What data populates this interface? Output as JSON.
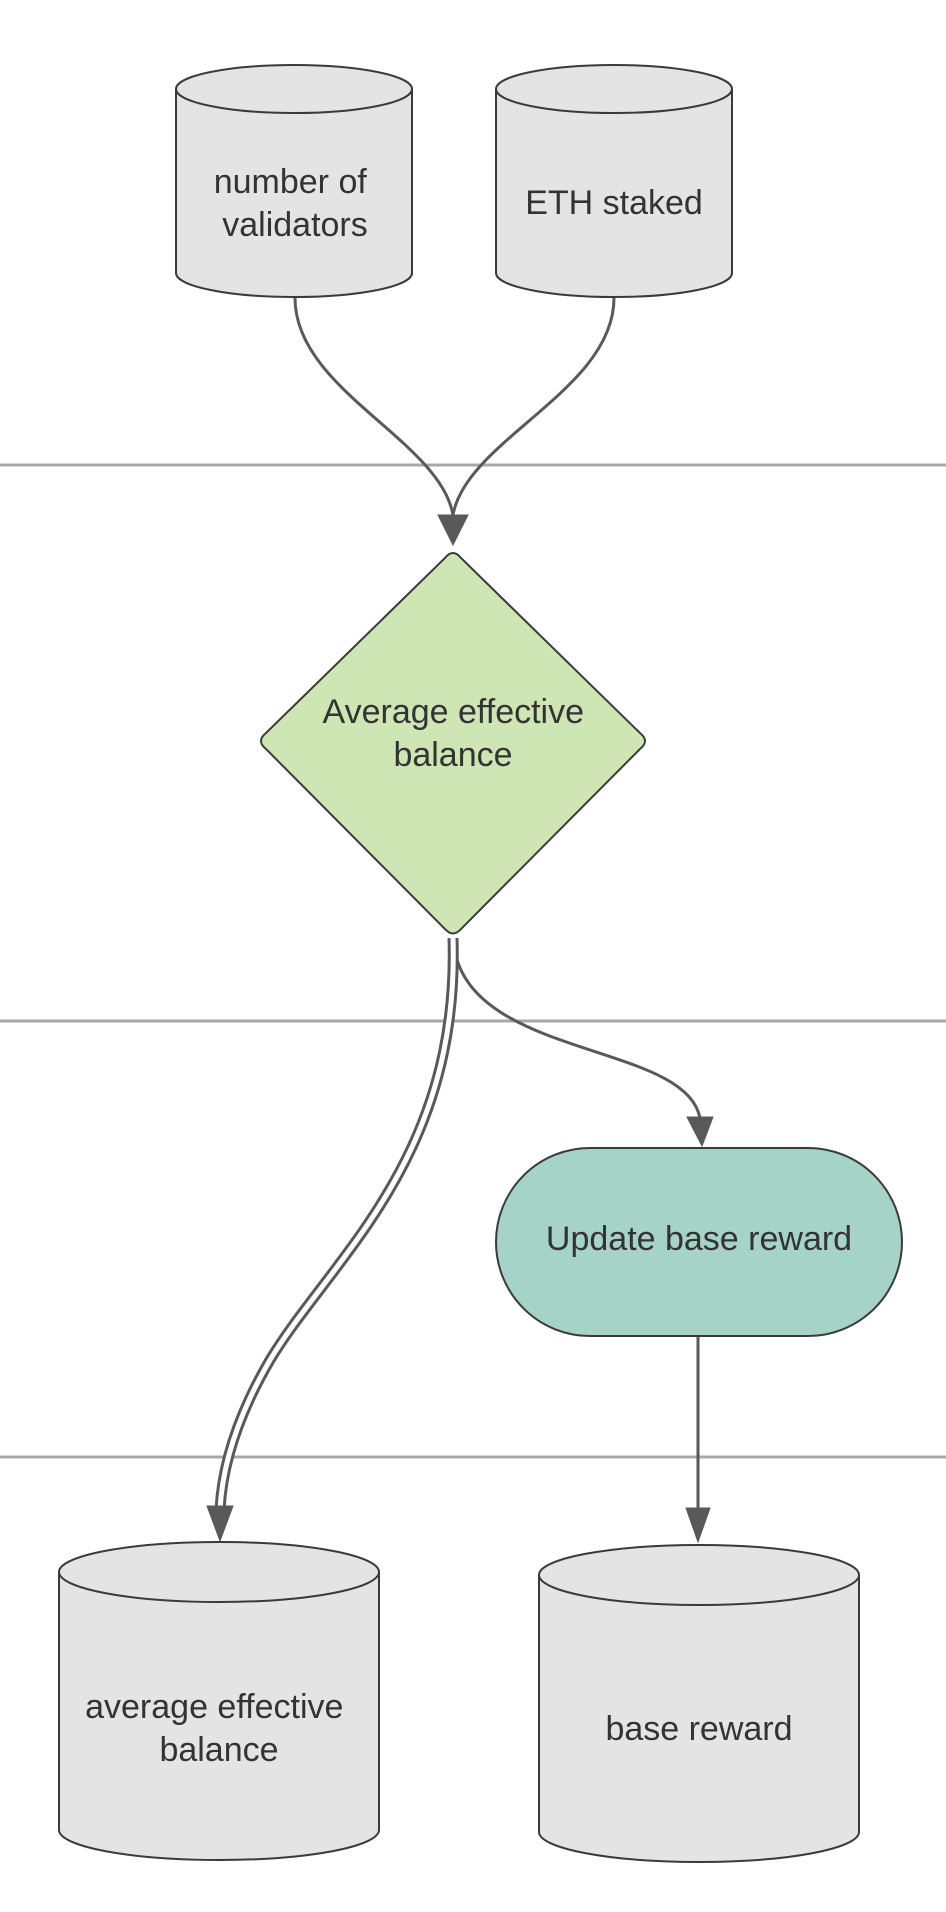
{
  "nodes": {
    "number_of_validators": {
      "lines": [
        "number of",
        "validators"
      ]
    },
    "eth_staked": {
      "lines": [
        "ETH staked"
      ]
    },
    "average_effective_balance_decision": {
      "lines": [
        "Average effective",
        "balance"
      ]
    },
    "update_base_reward": {
      "lines": [
        "Update base reward"
      ]
    },
    "average_effective_balance_store": {
      "lines": [
        "average effective",
        "balance"
      ]
    },
    "base_reward_store": {
      "lines": [
        "base reward"
      ]
    }
  },
  "colors": {
    "store_fill": "#e4e4e4",
    "decision_fill": "#cde6b3",
    "process_fill": "#a5d3c8",
    "lane_line": "#a8a8a8",
    "edge": "#595959",
    "text": "#333333"
  },
  "edges": [
    {
      "from": "number_of_validators",
      "to": "average_effective_balance_decision",
      "style": "single"
    },
    {
      "from": "eth_staked",
      "to": "average_effective_balance_decision",
      "style": "single"
    },
    {
      "from": "average_effective_balance_decision",
      "to": "update_base_reward",
      "style": "single"
    },
    {
      "from": "average_effective_balance_decision",
      "to": "average_effective_balance_store",
      "style": "double"
    },
    {
      "from": "update_base_reward",
      "to": "base_reward_store",
      "style": "single"
    }
  ]
}
